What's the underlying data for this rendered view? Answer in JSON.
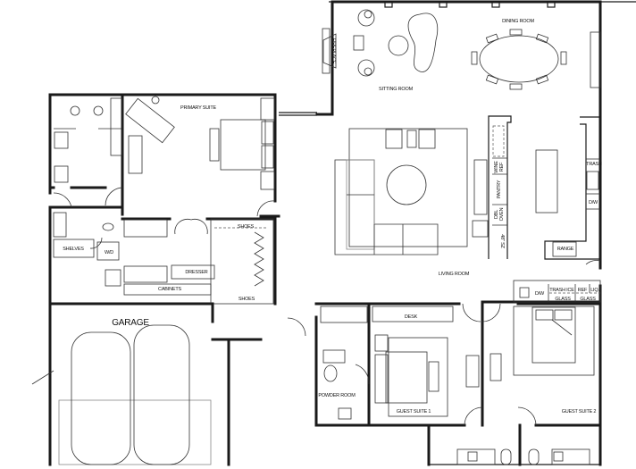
{
  "rooms": {
    "dining_room": "DINING ROOM",
    "sitting_room": "SITTING ROOM",
    "living_room": "LIVING ROOM",
    "primary_suite": "PRIMARY SUITE",
    "garage": "GARAGE",
    "powder_room": "POWDER ROOM",
    "guest_suite_1": "GUEST SUITE 1",
    "guest_suite_2": "GUEST SUITE 2"
  },
  "fixtures": {
    "fireplace": "FIREPLACE",
    "wine_ref": [
      "WINE",
      "REF"
    ],
    "pantry": "PANTRY",
    "dbl_oven": [
      "DBL",
      "OVEN"
    ],
    "sz48": "48\" SZ",
    "trash": "TRASH",
    "dw_kitchen": "D/W",
    "range": "RANGE",
    "shelves": "SHELVES",
    "wd": "W/D",
    "dresser": "DRESSER",
    "cabinets": "CABINETS",
    "shoes_top": "SHOES",
    "shoes_bottom": "SHOES",
    "desk": "DESK",
    "dw_bar": "D/W",
    "trash_ice": "TRASH ICE",
    "ref": "REF",
    "liq": "LIQ.",
    "glass_1": "GLASS",
    "glass_2": "GLASS"
  }
}
